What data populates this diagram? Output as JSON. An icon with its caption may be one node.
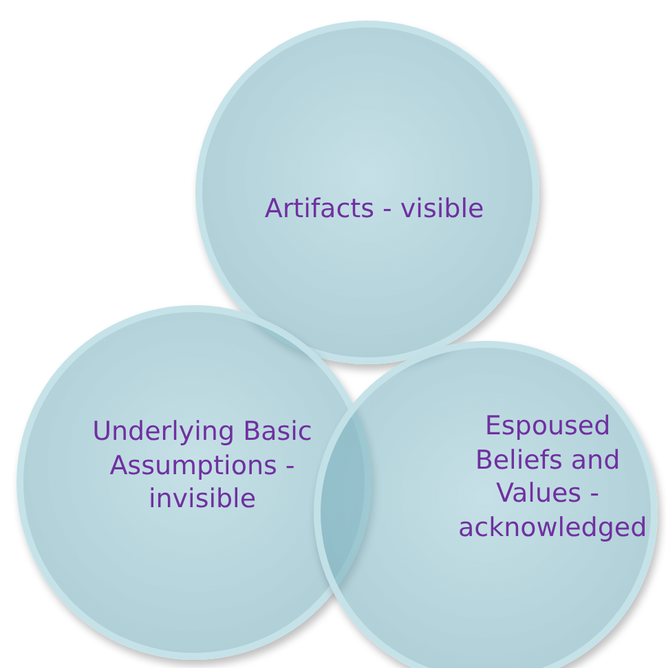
{
  "diagram": {
    "nodes": [
      {
        "text": [
          "Artifacts - visible"
        ]
      },
      {
        "text": [
          "Underlying Basic Assumptions - invisible"
        ]
      },
      {
        "text": [
          "Espoused Beliefs and Values - acknowledged"
        ]
      }
    ]
  }
}
